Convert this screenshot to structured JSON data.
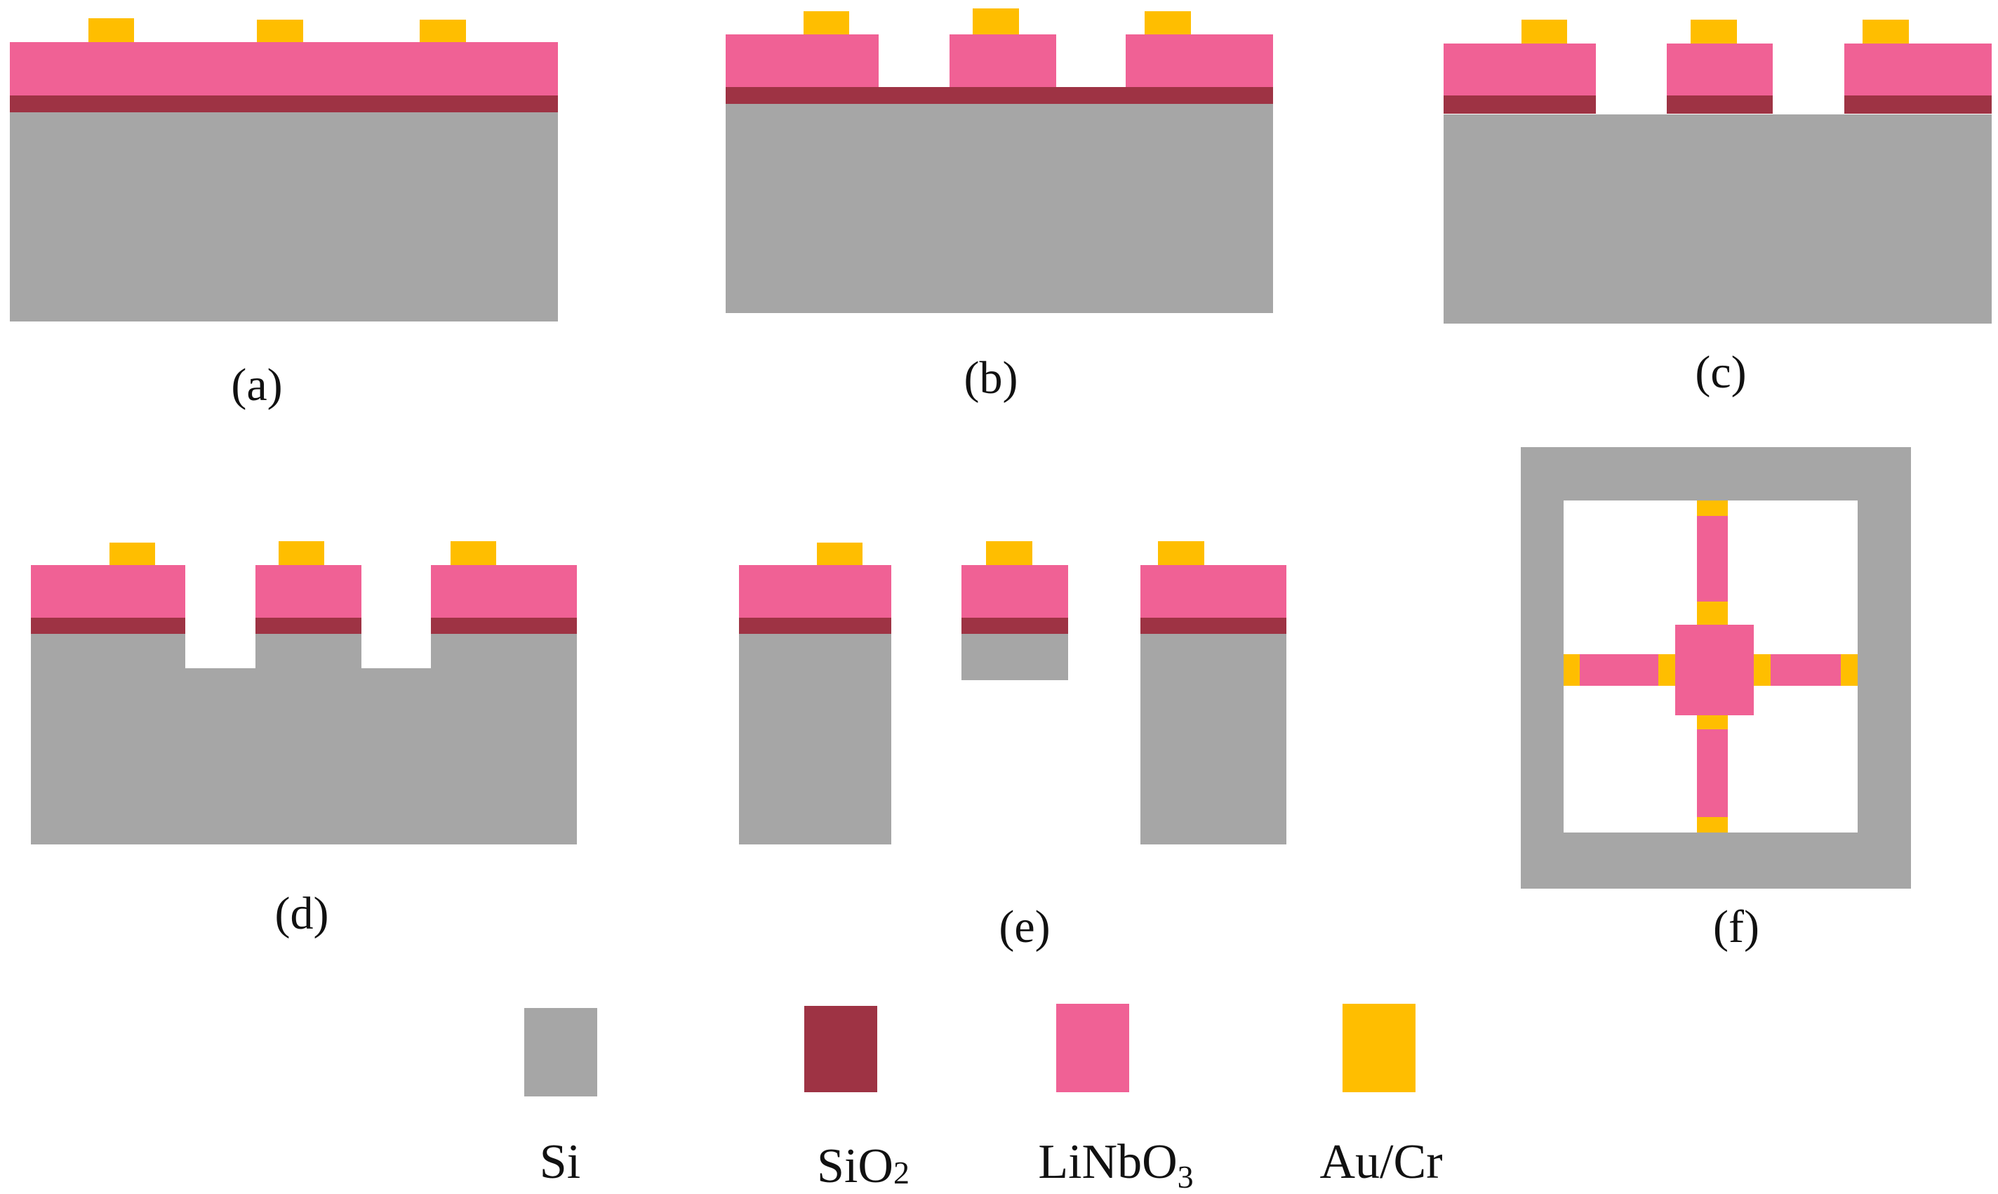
{
  "colors": {
    "si": "#a6a6a6",
    "sio2": "#9e3344",
    "linbo3": "#f06195",
    "aucr": "#ffbe00"
  },
  "captions": {
    "a": "(a)",
    "b": "(b)",
    "c": "(c)",
    "d": "(d)",
    "e": "(e)",
    "f": "(f)"
  },
  "legend": {
    "si": "Si",
    "sio2_main": "SiO",
    "sio2_sub": "2",
    "linbo3_main": "LiNbO",
    "linbo3_sub": "3",
    "aucr": "Au/Cr"
  }
}
